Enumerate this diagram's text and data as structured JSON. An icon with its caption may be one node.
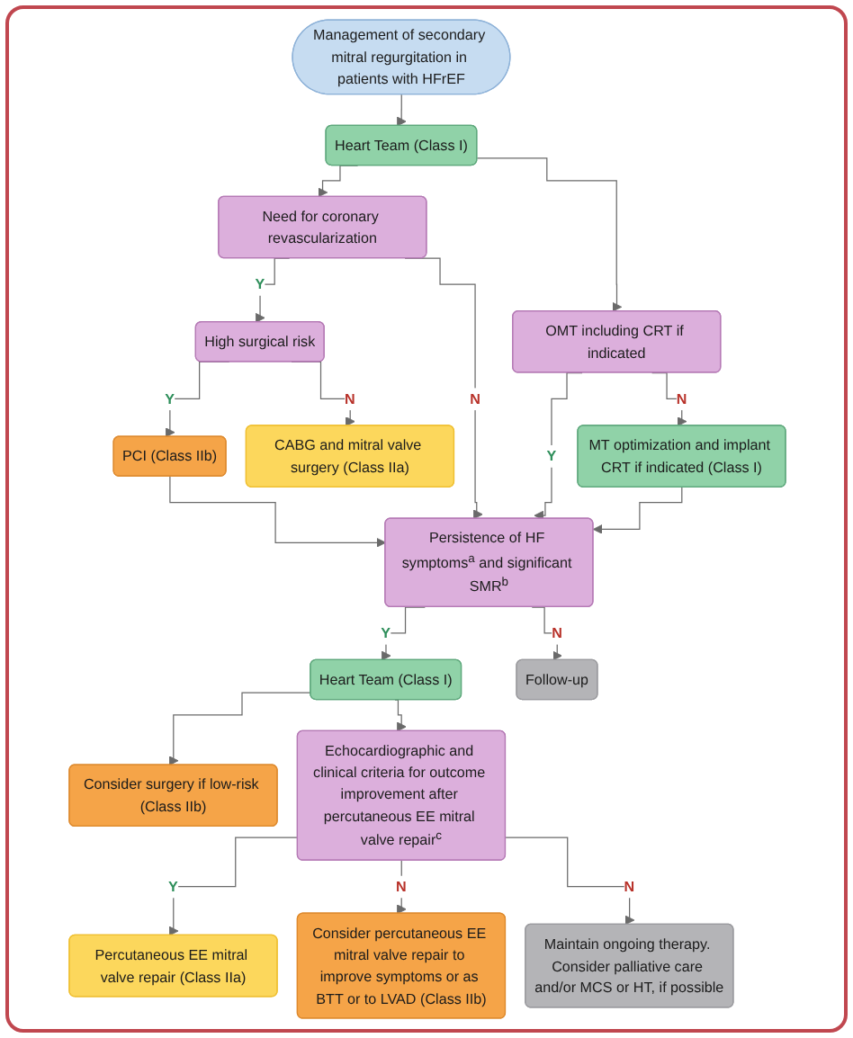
{
  "diagram": {
    "nodes": [
      {
        "text": [
          "Management of secondary mitral regurgitation in patients with HFrEF"
        ]
      },
      {
        "text": [
          "Heart Team (Class I)"
        ]
      },
      {
        "text": [
          "Need for coronary revascularization"
        ]
      },
      {
        "text": [
          "OMT including CRT if indicated"
        ]
      },
      {
        "text": [
          "High surgical risk"
        ]
      },
      {
        "text": [
          "PCI (Class IIb)"
        ]
      },
      {
        "text": [
          "CABG and mitral valve surgery (Class IIa)"
        ]
      },
      {
        "text": [
          "MT optimization and implant CRT if indicated (Class I)"
        ]
      },
      {
        "text": [
          "Persistence of HF symptoms$^{a}$ and significant SMR$^{b}$"
        ]
      },
      {
        "text": [
          "Heart Team (Class I)"
        ]
      },
      {
        "text": [
          "Follow-up"
        ]
      },
      {
        "text": [
          "Echocardiographic and clinical criteria for outcome improvement after percutaneous EE mitral valve repair$^{c}$"
        ]
      },
      {
        "text": [
          "Consider surgery if low-risk (Class IIb)"
        ]
      },
      {
        "text": [
          "Percutaneous EE mitral valve repair (Class IIa)"
        ]
      },
      {
        "text": [
          "Consider percutaneous EE mitral valve repair to improve symptoms or as BTT or to LVAD (Class IIb)"
        ]
      },
      {
        "text": [
          "Maintain ongoing therapy. Consider palliative care and/or MCS or HT, if possible"
        ]
      }
    ],
    "edges": [
      {
        "from": 0,
        "to": 1,
        "arrow": "to"
      },
      {
        "from": 1,
        "to": 2,
        "arrow": "to"
      },
      {
        "from": 1,
        "to": 3,
        "arrow": "to"
      },
      {
        "from": 2,
        "to": 4,
        "arrow": "to",
        "label": "Y"
      },
      {
        "from": 2,
        "to": 8,
        "arrow": "to",
        "label": "N"
      },
      {
        "from": 3,
        "to": 8,
        "arrow": "to",
        "label": "Y"
      },
      {
        "from": 3,
        "to": 7,
        "arrow": "to",
        "label": "N"
      },
      {
        "from": 4,
        "to": 5,
        "arrow": "to",
        "label": "Y"
      },
      {
        "from": 4,
        "to": 6,
        "arrow": "to",
        "label": "N"
      },
      {
        "from": 5,
        "to": 8,
        "arrow": "to"
      },
      {
        "from": 7,
        "to": 8,
        "arrow": "to"
      },
      {
        "from": 8,
        "to": 9,
        "arrow": "to",
        "label": "Y"
      },
      {
        "from": 8,
        "to": 10,
        "arrow": "to",
        "label": "N"
      },
      {
        "from": 9,
        "to": 12,
        "arrow": "to"
      },
      {
        "from": 9,
        "to": 11,
        "arrow": "to"
      },
      {
        "from": 11,
        "to": 13,
        "arrow": "to",
        "label": "Y"
      },
      {
        "from": 11,
        "to": 14,
        "arrow": "to",
        "label": "N"
      },
      {
        "from": 11,
        "to": 15,
        "arrow": "to",
        "label": "N"
      }
    ]
  }
}
